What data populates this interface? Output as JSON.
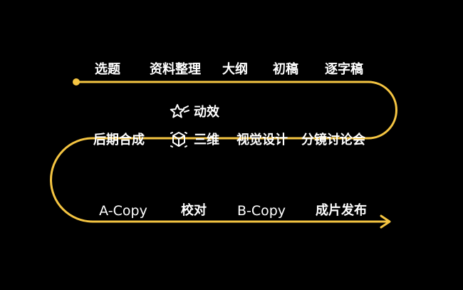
{
  "colors": {
    "background": "#000000",
    "path": "#f5c542",
    "text": "#ffffff"
  },
  "row1": [
    "选题",
    "资料整理",
    "大纲",
    "初稿",
    "逐字稿"
  ],
  "row2": [
    "后期合成",
    "三维",
    "视觉设计",
    "分镜讨论会"
  ],
  "row2_extra": "动效",
  "row3": [
    "A-Copy",
    "校对",
    "B-Copy",
    "成片发布"
  ],
  "icons": {
    "animation": "star-motion-icon",
    "threed": "cube-icon"
  }
}
